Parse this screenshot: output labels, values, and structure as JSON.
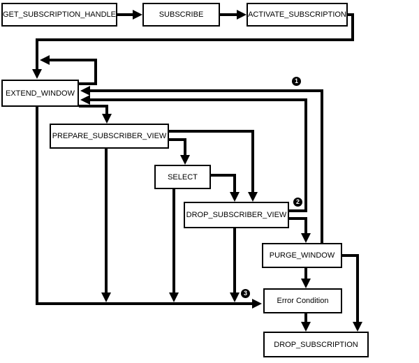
{
  "diagram": {
    "nodes": {
      "get_subscription_handle": "GET_SUBSCRIPTION_HANDLE",
      "subscribe": "SUBSCRIBE",
      "activate_subscription": "ACTIVATE_SUBSCRIPTION",
      "extend_window": "EXTEND_WINDOW",
      "prepare_subscriber_view": "PREPARE_SUBSCRIBER_VIEW",
      "select": "SELECT",
      "drop_subscriber_view": "DROP_SUBSCRIBER_VIEW",
      "purge_window": "PURGE_WINDOW",
      "error_condition": "Error Condition",
      "drop_subscription": "DROP_SUBSCRIPTION"
    },
    "badges": {
      "step1": "1",
      "step2": "2",
      "step3": "3"
    },
    "colors": {
      "line": "#000000",
      "node_fill": "#ffffff",
      "node_border": "#000000",
      "badge_fill": "#000000",
      "badge_text": "#ffffff",
      "background": "#ffffff"
    }
  }
}
